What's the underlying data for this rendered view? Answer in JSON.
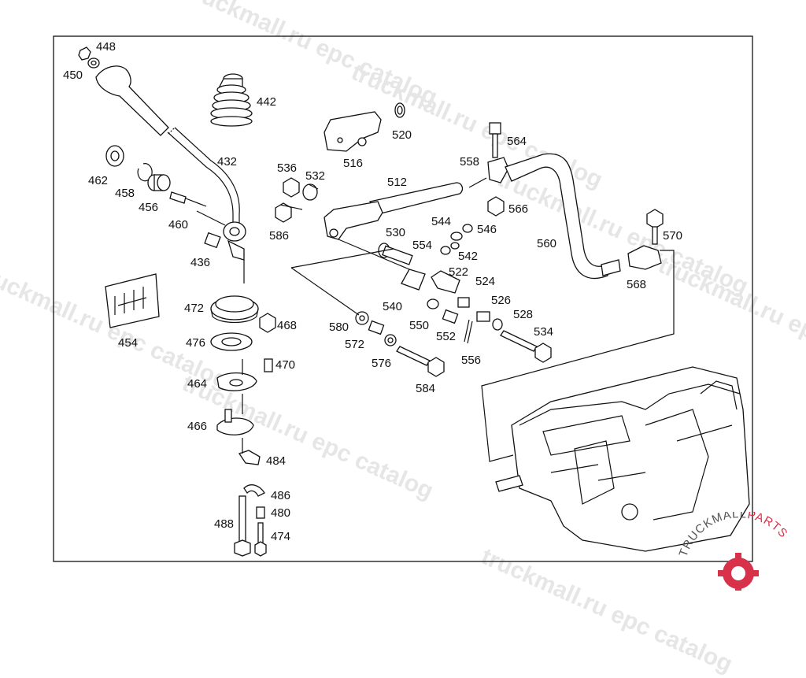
{
  "watermark": {
    "text_1": "truckmall.ru epc catalog",
    "text_2": "truckmall.ru epc catalog",
    "text_3": "truckmall.ru epc catalog",
    "text_4": "truckmall.ru epc catalog",
    "text_5": "truckmall.ru epc catalog",
    "text_6": "truckmall.ru epc catalog",
    "text_7": "truckmall.ru epc catalog"
  },
  "brand_logo": {
    "text": "TRUCKMALLPARTS",
    "color_primary": "#d8324a",
    "color_secondary": "#555555"
  },
  "parts": [
    {
      "id": "p448",
      "label": "448"
    },
    {
      "id": "p450",
      "label": "450"
    },
    {
      "id": "p442",
      "label": "442"
    },
    {
      "id": "p432",
      "label": "432"
    },
    {
      "id": "p462",
      "label": "462"
    },
    {
      "id": "p458",
      "label": "458"
    },
    {
      "id": "p456",
      "label": "456"
    },
    {
      "id": "p460",
      "label": "460"
    },
    {
      "id": "p436",
      "label": "436"
    },
    {
      "id": "p454",
      "label": "454"
    },
    {
      "id": "p472",
      "label": "472"
    },
    {
      "id": "p468",
      "label": "468"
    },
    {
      "id": "p476",
      "label": "476"
    },
    {
      "id": "p470",
      "label": "470"
    },
    {
      "id": "p464",
      "label": "464"
    },
    {
      "id": "p466",
      "label": "466"
    },
    {
      "id": "p484",
      "label": "484"
    },
    {
      "id": "p486",
      "label": "486"
    },
    {
      "id": "p480",
      "label": "480"
    },
    {
      "id": "p488",
      "label": "488"
    },
    {
      "id": "p474",
      "label": "474"
    },
    {
      "id": "p520",
      "label": "520"
    },
    {
      "id": "p516",
      "label": "516"
    },
    {
      "id": "p536",
      "label": "536"
    },
    {
      "id": "p532",
      "label": "532"
    },
    {
      "id": "p512",
      "label": "512"
    },
    {
      "id": "p586",
      "label": "586"
    },
    {
      "id": "p530",
      "label": "530"
    },
    {
      "id": "p544",
      "label": "544"
    },
    {
      "id": "p546",
      "label": "546"
    },
    {
      "id": "p554",
      "label": "554"
    },
    {
      "id": "p542",
      "label": "542"
    },
    {
      "id": "p522",
      "label": "522"
    },
    {
      "id": "p524",
      "label": "524"
    },
    {
      "id": "p540",
      "label": "540"
    },
    {
      "id": "p526",
      "label": "526"
    },
    {
      "id": "p528",
      "label": "528"
    },
    {
      "id": "p534",
      "label": "534"
    },
    {
      "id": "p580",
      "label": "580"
    },
    {
      "id": "p550",
      "label": "550"
    },
    {
      "id": "p552",
      "label": "552"
    },
    {
      "id": "p572",
      "label": "572"
    },
    {
      "id": "p556",
      "label": "556"
    },
    {
      "id": "p576",
      "label": "576"
    },
    {
      "id": "p584",
      "label": "584"
    },
    {
      "id": "p564",
      "label": "564"
    },
    {
      "id": "p558",
      "label": "558"
    },
    {
      "id": "p566",
      "label": "566"
    },
    {
      "id": "p560",
      "label": "560"
    },
    {
      "id": "p570",
      "label": "570"
    },
    {
      "id": "p568",
      "label": "568"
    }
  ]
}
